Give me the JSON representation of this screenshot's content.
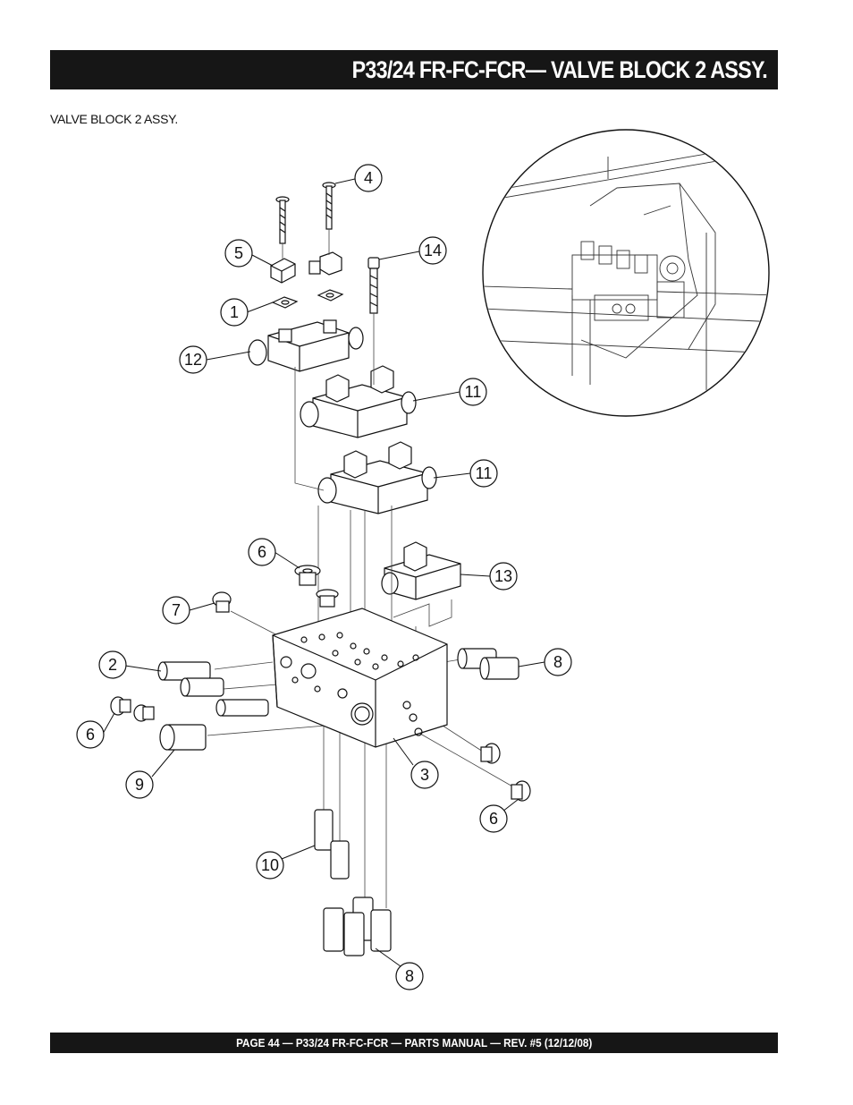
{
  "header": {
    "title": "P33/24 FR-FC-FCR— VALVE BLOCK 2 ASSY."
  },
  "section": {
    "subtitle": "VALVE BLOCK 2 ASSY."
  },
  "footer": {
    "text": "PAGE 44 — P33/24 FR-FC-FCR — PARTS MANUAL — REV. #5 (12/12/08)"
  },
  "callouts": [
    {
      "id": "c4",
      "label": "4"
    },
    {
      "id": "c5",
      "label": "5"
    },
    {
      "id": "c14",
      "label": "14"
    },
    {
      "id": "c1",
      "label": "1"
    },
    {
      "id": "c12",
      "label": "12"
    },
    {
      "id": "c11a",
      "label": "11"
    },
    {
      "id": "c11b",
      "label": "11"
    },
    {
      "id": "c6a",
      "label": "6"
    },
    {
      "id": "c13",
      "label": "13"
    },
    {
      "id": "c7",
      "label": "7"
    },
    {
      "id": "c2",
      "label": "2"
    },
    {
      "id": "c8a",
      "label": "8"
    },
    {
      "id": "c6b",
      "label": "6"
    },
    {
      "id": "c9",
      "label": "9"
    },
    {
      "id": "c3",
      "label": "3"
    },
    {
      "id": "c6c",
      "label": "6"
    },
    {
      "id": "c10",
      "label": "10"
    },
    {
      "id": "c8b",
      "label": "8"
    }
  ]
}
